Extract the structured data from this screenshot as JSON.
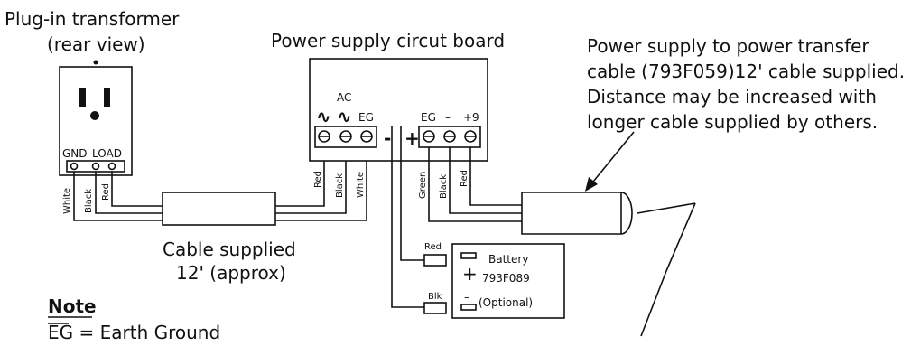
{
  "transformer": {
    "title_line1": "Plug-in transformer",
    "title_line2": "(rear view)",
    "gnd_label": "GND",
    "load_label": "LOAD",
    "wire_white": "White",
    "wire_black": "Black",
    "wire_red": "Red"
  },
  "cable": {
    "label_line1": "Cable supplied",
    "label_line2": "12' (approx)"
  },
  "board": {
    "title": "Power supply circut board",
    "ac_label": "AC",
    "ac_symbol_1": "∿",
    "ac_symbol_2": "∿",
    "eg_left": "EG",
    "eg_right": "EG",
    "minus_label": "–",
    "plus9_label": "+9",
    "sign_minus": "-",
    "sign_plus": "+",
    "in_wire_red": "Red",
    "in_wire_black": "Black",
    "in_wire_white": "White",
    "out_wire_green": "Green",
    "out_wire_black": "Black",
    "out_wire_red": "Red"
  },
  "battery": {
    "red_tag": "Red",
    "blk_tag": "Blk",
    "label": "Battery",
    "part": "793F089",
    "optional": "(Optional)",
    "plus": "+",
    "minus": "–"
  },
  "callout": {
    "line1": "Power supply to power transfer",
    "line2": "cable (793F059)12' cable supplied.",
    "line3": "Distance may be increased with",
    "line4": "longer cable supplied by others."
  },
  "note": {
    "heading": "Note",
    "eg_definition": "EG = Earth Ground"
  }
}
